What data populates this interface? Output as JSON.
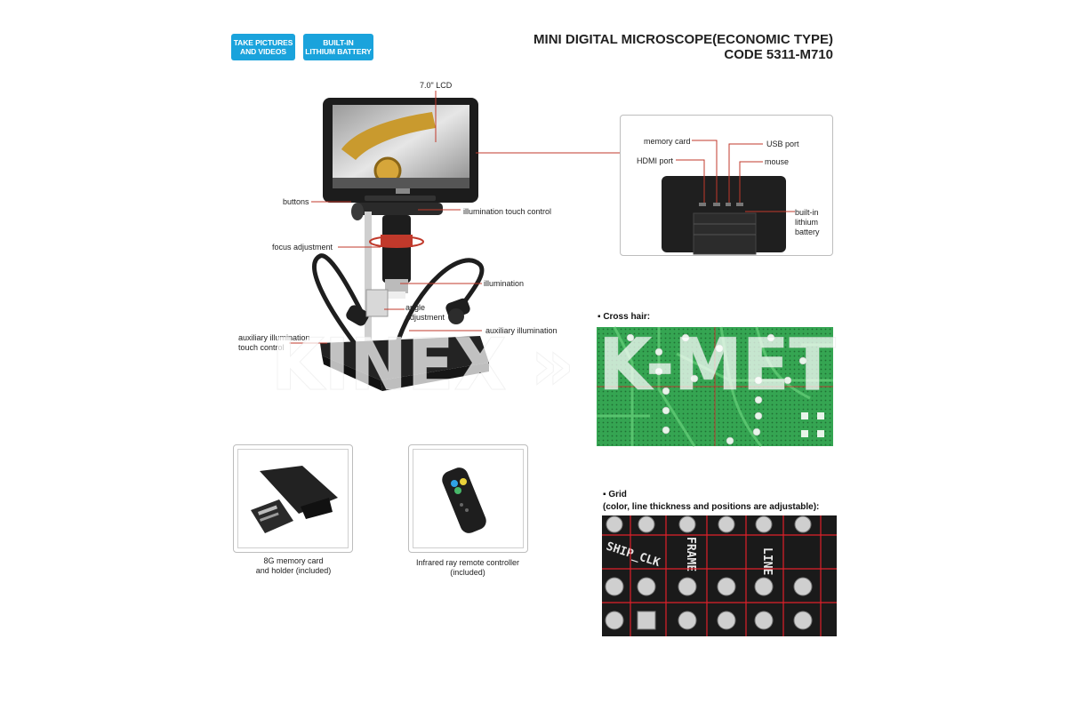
{
  "badges": [
    {
      "lines": [
        "TAKE PICTURES",
        "AND VIDEOS"
      ]
    },
    {
      "lines": [
        "BUILT-IN",
        "LITHIUM BATTERY"
      ]
    }
  ],
  "title": {
    "line1": "MINI DIGITAL MICROSCOPE(ECONOMIC TYPE)",
    "line2": "CODE 5311-M710"
  },
  "callouts": {
    "lcd": "7.0\" LCD",
    "buttons": "buttons",
    "illumination_touch": "illumination touch control",
    "focus": "focus adjustment",
    "illumination": "illumination",
    "angle": "angle adjustment",
    "aux_illumination": "auxiliary illumination",
    "aux_touch": "auxiliary illumination touch control"
  },
  "back_panel": {
    "memory_card": "memory card",
    "hdmi": "HDMI port",
    "usb": "USB port",
    "mouse": "mouse",
    "battery": "built-in lithium battery"
  },
  "crosshair": {
    "heading": "▪ Cross hair:"
  },
  "grid": {
    "heading": "▪ Grid",
    "subheading": "(color, line thickness and positions are adjustable):",
    "pcb_text": [
      "SHIP_CLK",
      "FRAME",
      "LINE"
    ]
  },
  "accessories": [
    {
      "caption_lines": [
        "8G memory card",
        "and holder (included)"
      ]
    },
    {
      "caption_lines": [
        "Infrared ray remote controller",
        "(included)"
      ]
    }
  ],
  "watermark": "KINEX » K-MET",
  "colors": {
    "badge": "#1aa3dc",
    "callout_line": "#c0392b",
    "pcb_green": "#2e9a4a",
    "grid_red": "#e0202a"
  }
}
